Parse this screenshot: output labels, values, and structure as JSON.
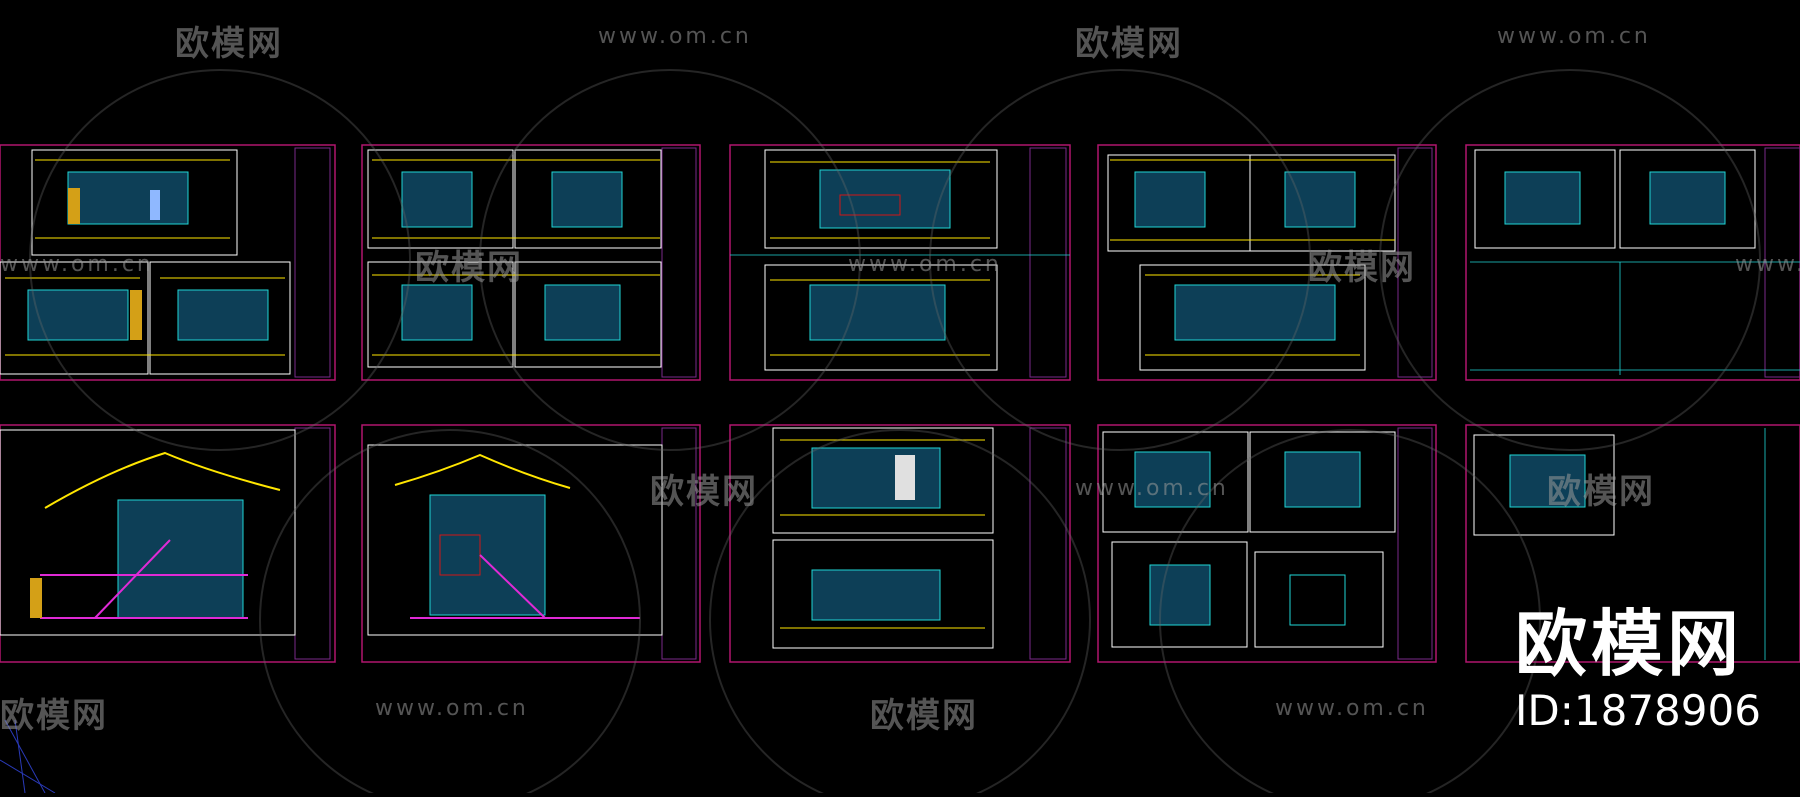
{
  "watermark": {
    "brand": "欧模网",
    "url": "www.om.cn"
  },
  "brand_badge": {
    "name": "欧模网",
    "id_text": "ID:1878906"
  },
  "colors": {
    "background": "#000000",
    "sheet_border": "#b0166e",
    "frame": "#ffffff",
    "dimension": "#ffe600",
    "wall_fill": "#0d3f57",
    "accent_red": "#d41515",
    "accent_magenta": "#e02ad6",
    "accent_cyan": "#1fd6d6",
    "accent_green": "#2ee62e"
  }
}
